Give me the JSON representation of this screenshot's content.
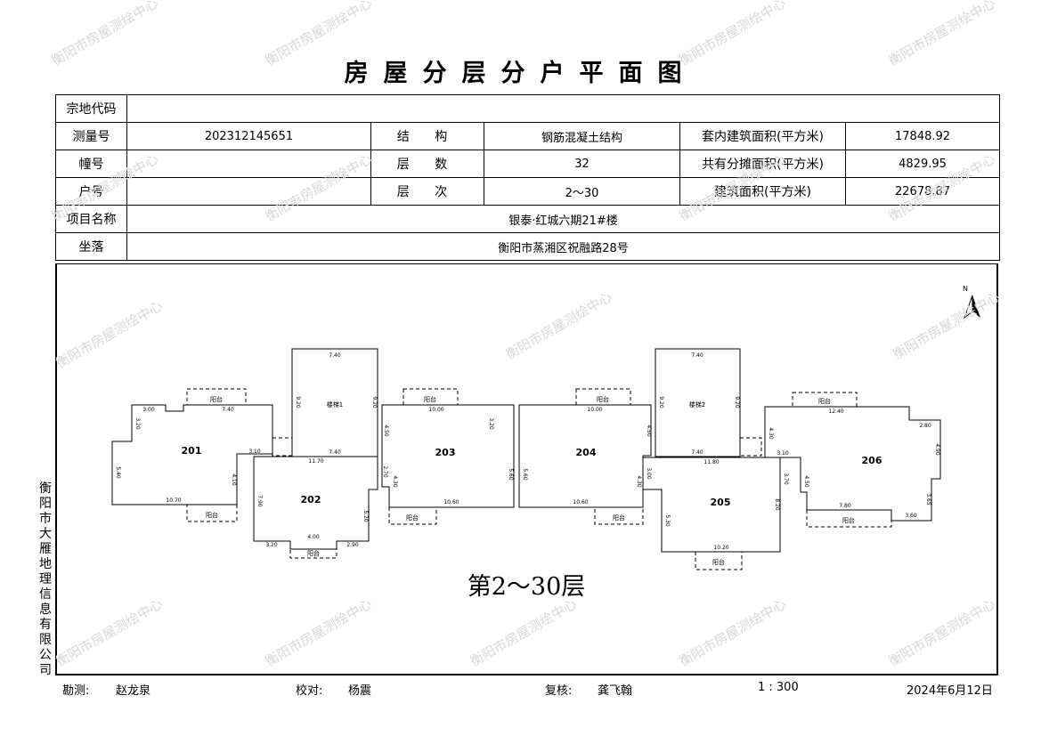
{
  "title": "房屋分层分户平面图",
  "info": {
    "parcel_code_label": "宗地代码",
    "parcel_code": "",
    "survey_no_label": "测量号",
    "survey_no": "202312145651",
    "structure_label": "结  构",
    "structure": "钢筋混凝土结构",
    "inner_area_label": "套内建筑面积(平方米)",
    "inner_area": "17848.92",
    "building_label": "幢号",
    "building": "",
    "floors_label": "层  数",
    "floors": "32",
    "shared_area_label": "共有分摊面积(平方米)",
    "shared_area": "4829.95",
    "unit_label": "户号",
    "unit": "",
    "floor_range_label": "层  次",
    "floor_range": "2～30",
    "total_area_label": "建筑面积(平方米)",
    "total_area": "22678.87",
    "project_label": "项目名称",
    "project": "银泰·红城六期21#楼",
    "location_label": "坐落",
    "location": "衡阳市蒸湘区祝融路28号"
  },
  "plan": {
    "floor_caption": "第2～30层",
    "north": "N",
    "units": [
      "201",
      "202",
      "203",
      "204",
      "205",
      "206"
    ],
    "stair_labels": [
      "楼梯1",
      "楼梯2"
    ],
    "balcony": "阳台",
    "dims": {
      "s1_top": "7.40",
      "s1_left": "9.20",
      "s1_right": "9.20",
      "s1_bottom": "7.40",
      "s2_top": "7.40",
      "s2_left": "9.20",
      "s2_right": "9.20",
      "s2_bottom": "7.40",
      "u201_top": "7.40",
      "u201_a": "3.00",
      "u201_b": "3.20",
      "u201_left": "5.40",
      "u201_bottom": "10.70",
      "u201_right": "4.10",
      "u201_c": "3.10",
      "u202_top": "11.70",
      "u202_left": "7.90",
      "u202_right": "5.20",
      "u202_a": "3.20",
      "u202_b": "4.00",
      "u202_c": "2.90",
      "u202_d": "2.70",
      "u203_top": "10.00",
      "u203_left": "4.50",
      "u203_right": "3.20",
      "u203_r2": "5.60",
      "u203_bottom": "10.60",
      "u203_b": "4.30",
      "u204_top": "10.00",
      "u204_left": "5.60",
      "u204_right": "4.50",
      "u204_bottom": "10.60",
      "u204_b": "4.30",
      "u205_top": "11.80",
      "u205_left": "3.00",
      "u205_l2": "5.30",
      "u205_right": "8.20",
      "u205_bottom": "10.20",
      "u205_r2": "3.70",
      "u206_top": "12.40",
      "u206_left": "4.30",
      "u206_l2": "4.50",
      "u206_a": "2.80",
      "u206_right": "4.90",
      "u206_r2": "3.65",
      "u206_b": "3.60",
      "u206_bottom": "7.80",
      "u206_c": "3.10"
    }
  },
  "vertical_label": "衡阳市大雁地理信息有限公司",
  "footer": {
    "surveyor_label": "勘测:",
    "surveyor": "赵龙泉",
    "checker_label": "校对:",
    "checker": "杨震",
    "reviewer_label": "复核:",
    "reviewer": "龚飞翰",
    "scale": "1 : 300",
    "date": "2024年6月12日"
  },
  "watermark": "衡阳市房屋测绘中心"
}
